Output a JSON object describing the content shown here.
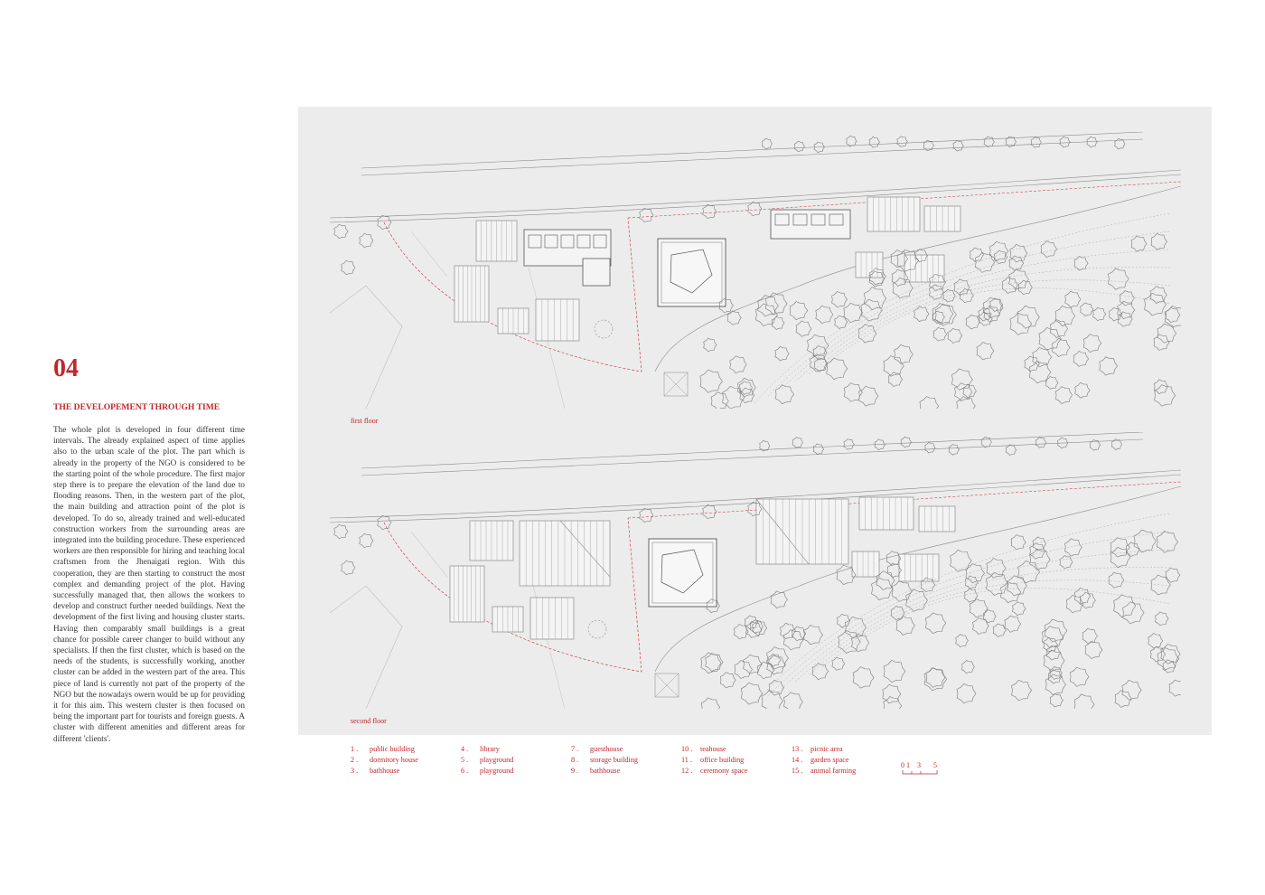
{
  "section": {
    "number": "04",
    "title": "THE DEVELOPEMENT THROUGH TIME",
    "body": "The whole plot is developed in four different time intervals. The already explained aspect of time applies also to the urban scale of the plot. The part which is already in the property of the NGO is considered to be the starting point of the whole procedure. The first major step there is to prepare the elevation of the land due to flooding reasons. Then, in the western part of the plot, the main building and attraction point of the plot is developed. To do so, already trained and well-educated construction workers from the surrounding areas are integrated into the building procedure. These experienced workers are then responsible for hiring and teaching local craftsmen from the Jhenaigati region. With this cooperation, they are then starting to construct the most complex and demanding project of the plot. Having successfully managed that, then allows the workers to develop and construct further needed buildings. Next the development of the first living and housing cluster starts. Having then comparably small buildings is a great chance for possible career changer to build without any specialists. If then the first cluster, which is based on the needs of the students, is successfully working, another cluster can be added in the western part of the area. This piece of land is currently not part of the property of the NGO but the nowadays owern would be up for providing it for this aim. This western cluster is then focused on being the important part for tourists and foreign guests. A cluster with different amenities and different areas for different 'clients'."
  },
  "plans": {
    "first_label": "first floor",
    "second_label": "second floor"
  },
  "legend": [
    {
      "num": "1 .",
      "label": "public building"
    },
    {
      "num": "2 .",
      "label": "dormitory house"
    },
    {
      "num": "3 .",
      "label": "bathhouse"
    },
    {
      "num": "4 .",
      "label": "library"
    },
    {
      "num": "5 .",
      "label": "playground"
    },
    {
      "num": "6 .",
      "label": "playground"
    },
    {
      "num": "7 .",
      "label": "guesthouse"
    },
    {
      "num": "8 .",
      "label": "storage building"
    },
    {
      "num": "9 .",
      "label": "bathhouse"
    },
    {
      "num": "10 .",
      "label": "teahouse"
    },
    {
      "num": "11 .",
      "label": "office building"
    },
    {
      "num": "12 .",
      "label": "ceremony space"
    },
    {
      "num": "13 .",
      "label": "picnic area"
    },
    {
      "num": "14 .",
      "label": "garden space"
    },
    {
      "num": "15 .",
      "label": "animal farming"
    }
  ],
  "scale_bar": {
    "t0": "0",
    "t1": "1",
    "t3": "3",
    "t5": "5"
  },
  "colors": {
    "accent": "#c0272d",
    "panel": "#ececec",
    "lines": "#8a8a8a"
  }
}
